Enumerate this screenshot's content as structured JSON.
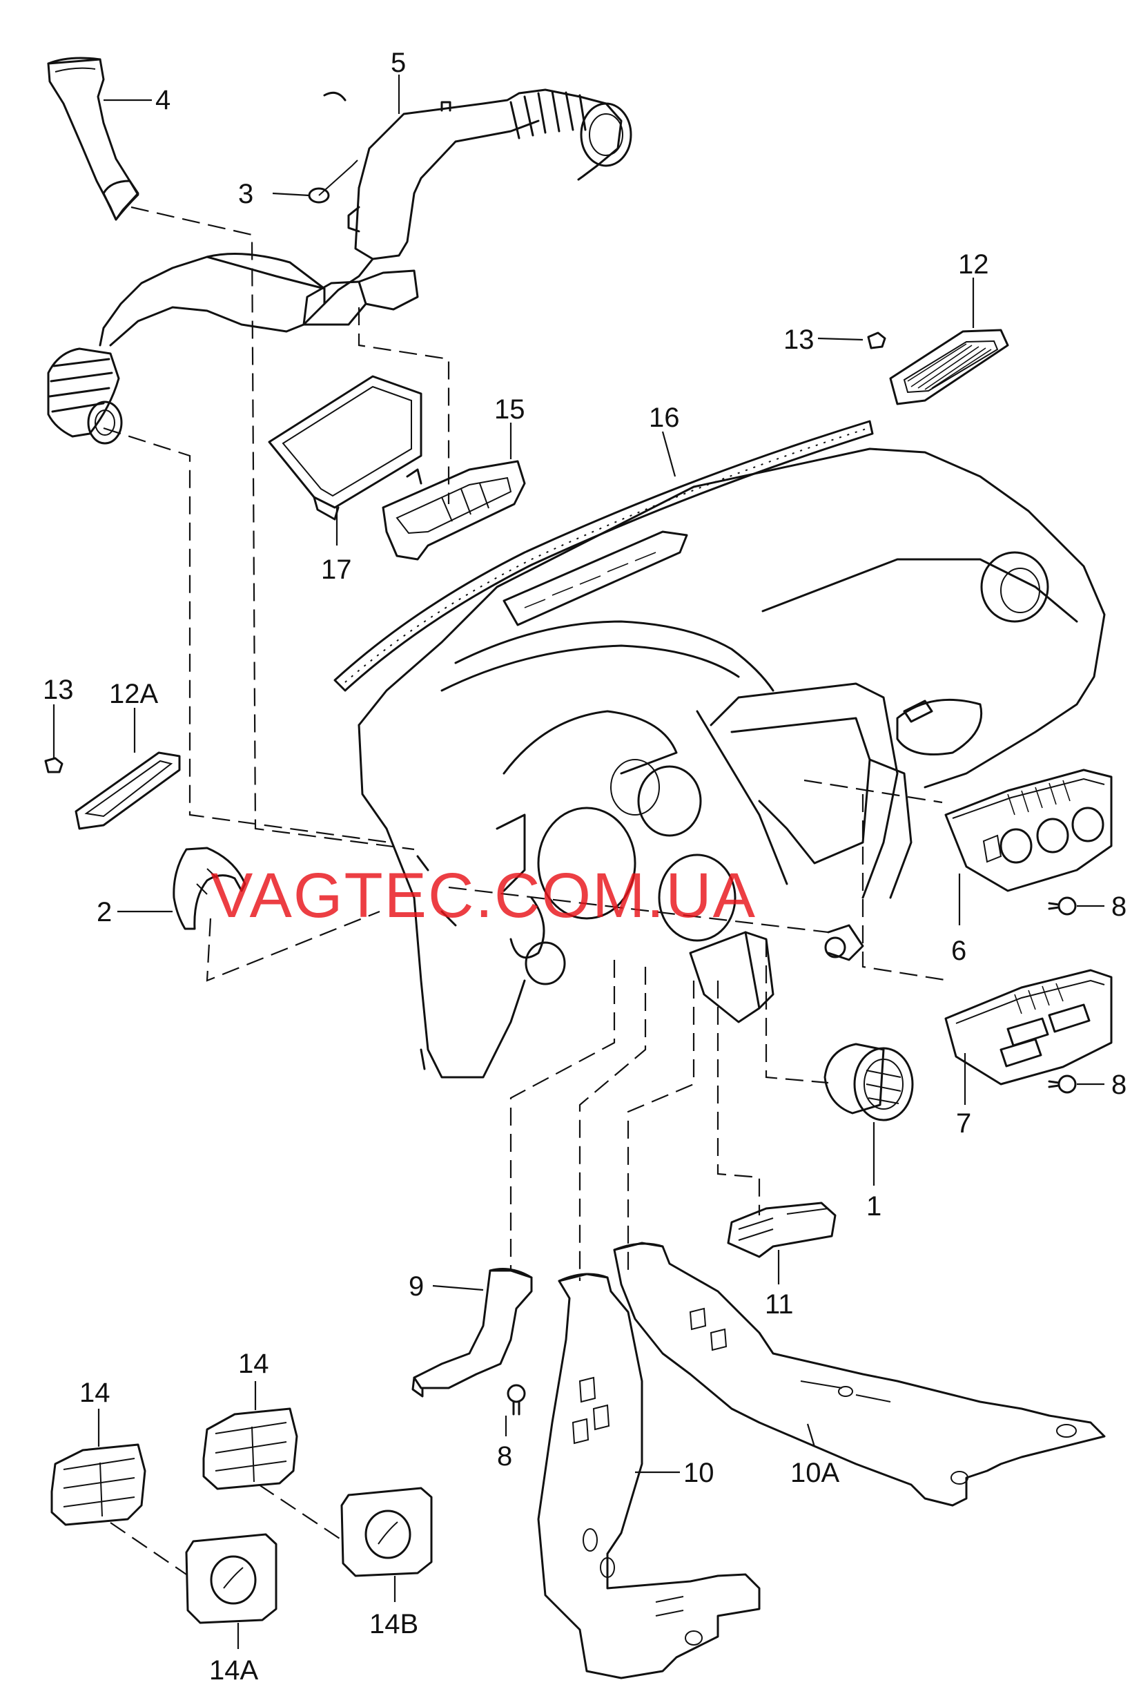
{
  "watermark": "VAGTEC.COM.UA",
  "labels": {
    "p1": "1",
    "p2": "2",
    "p3": "3",
    "p4": "4",
    "p5": "5",
    "p6": "6",
    "p7": "7",
    "p8a": "8",
    "p8b": "8",
    "p8c": "8",
    "p9": "9",
    "p10": "10",
    "p10a": "10A",
    "p11": "11",
    "p12": "12",
    "p12a": "12A",
    "p13a": "13",
    "p13b": "13",
    "p14a": "14",
    "p14b": "14",
    "p14A": "14A",
    "p14B": "14B",
    "p15": "15",
    "p16": "16",
    "p17": "17"
  },
  "colors": {
    "line": "#111111",
    "watermark": "#e8141a",
    "background": "#ffffff"
  }
}
